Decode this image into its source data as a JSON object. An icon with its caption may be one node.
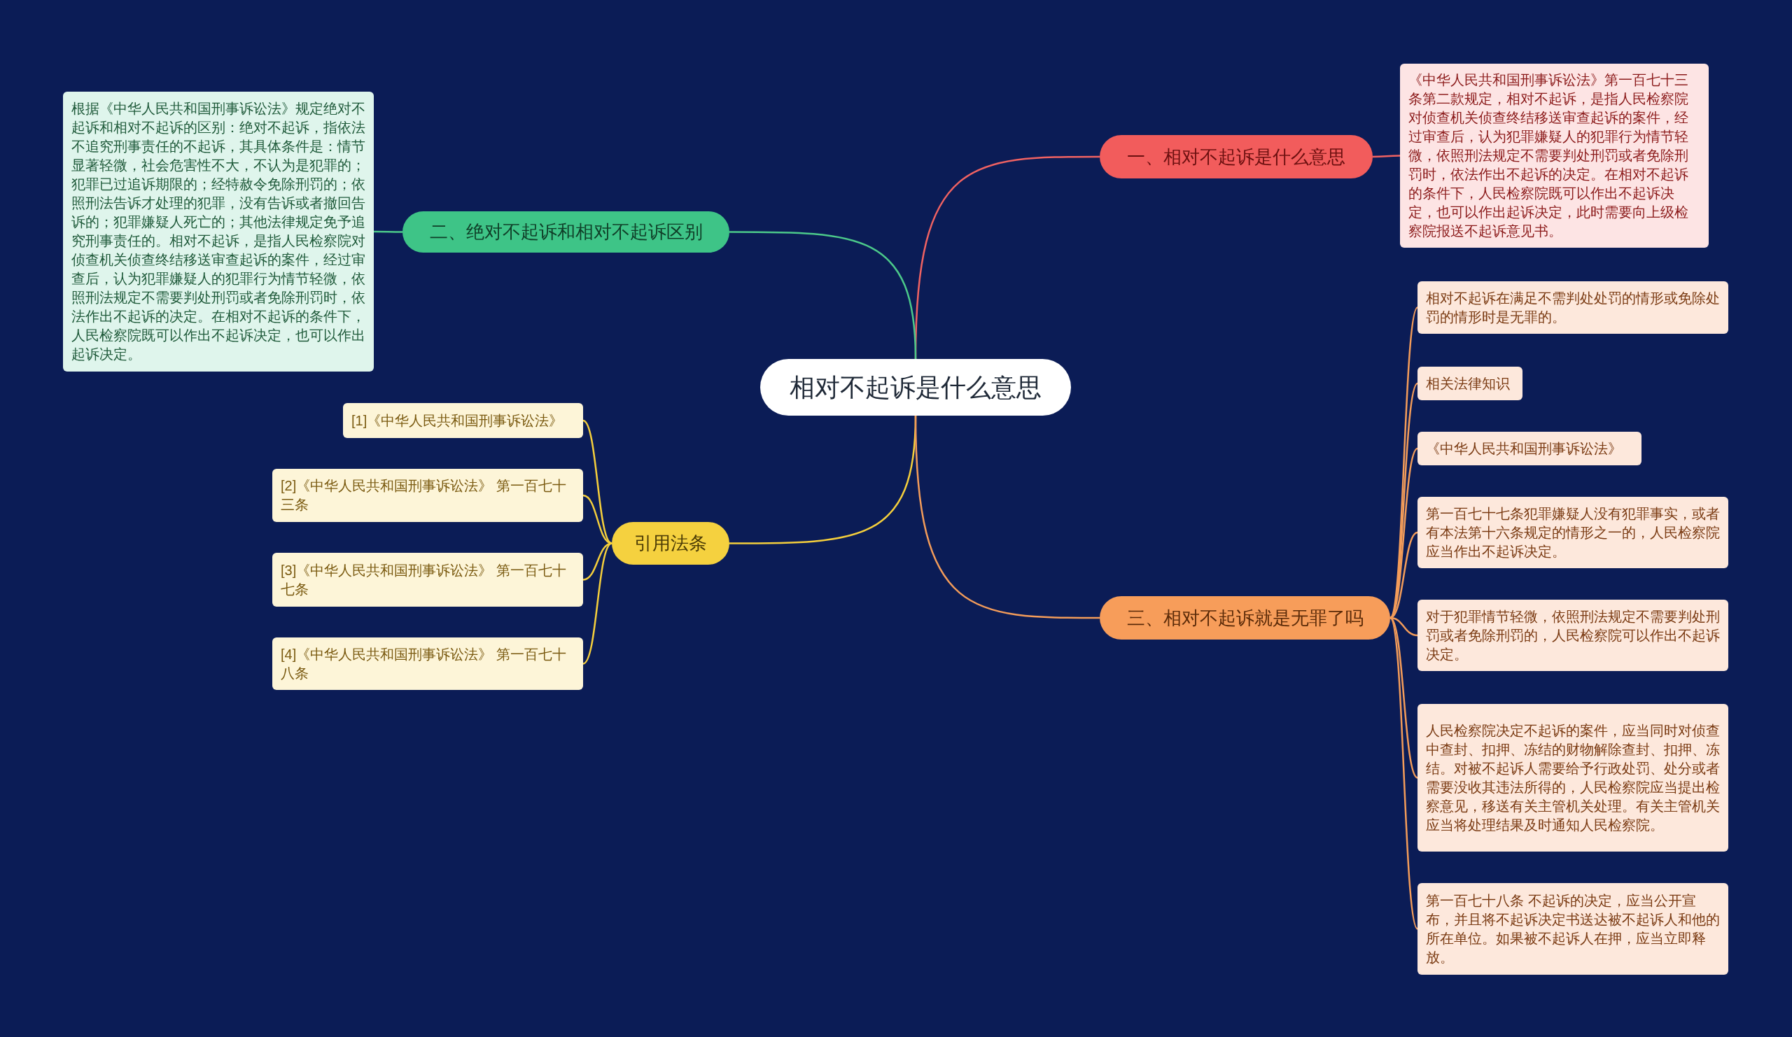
{
  "diagram": {
    "nodes": [
      {
        "text": [
          "相对不起诉是什么意思"
        ]
      },
      {
        "text": [
          "一、相对不起诉是什么意思"
        ]
      },
      {
        "text": [
          "《中华人民共和国刑事诉讼法》第一百七十三条第二款规定，相对不起诉，是指人民检察院对侦查机关侦查终结移送审查起诉的案件，经过审查后，认为犯罪嫌疑人的犯罪行为情节轻微，依照刑法规定不需要判处刑罚或者免除刑罚时，依法作出不起诉的决定。在相对不起诉的条件下，人民检察院既可以作出不起诉决定，也可以作出起诉决定，此时需要向上级检察院报送不起诉意见书。"
        ]
      },
      {
        "text": [
          "二、绝对不起诉和相对不起诉区别"
        ]
      },
      {
        "text": [
          "根据《中华人民共和国刑事诉讼法》规定绝对不起诉和相对不起诉的区别：绝对不起诉，指依法不追究刑事责任的不起诉，其具体条件是：情节显著轻微，社会危害性不大，不认为是犯罪的；犯罪已过追诉期限的；经特赦令免除刑罚的；依照刑法告诉才处理的犯罪，没有告诉或者撤回告诉的；犯罪嫌疑人死亡的；其他法律规定免予追究刑事责任的。相对不起诉，是指人民检察院对侦查机关侦查终结移送审查起诉的案件，经过审查后，认为犯罪嫌疑人的犯罪行为情节轻微，依照刑法规定不需要判处刑罚或者免除刑罚时，依法作出不起诉的决定。在相对不起诉的条件下，人民检察院既可以作出不起诉决定，也可以作出起诉决定。"
        ]
      },
      {
        "text": [
          "引用法条"
        ]
      },
      {
        "text": [
          "[1]《中华人民共和国刑事诉讼法》"
        ]
      },
      {
        "text": [
          "[2]《中华人民共和国刑事诉讼法》 第一百七十三条"
        ]
      },
      {
        "text": [
          "[3]《中华人民共和国刑事诉讼法》 第一百七十七条"
        ]
      },
      {
        "text": [
          "[4]《中华人民共和国刑事诉讼法》 第一百七十八条"
        ]
      },
      {
        "text": [
          "三、相对不起诉就是无罪了吗"
        ]
      },
      {
        "text": [
          "相对不起诉在满足不需判处处罚的情形或免除处罚的情形时是无罪的。"
        ]
      },
      {
        "text": [
          "相关法律知识"
        ]
      },
      {
        "text": [
          "《中华人民共和国刑事诉讼法》"
        ]
      },
      {
        "text": [
          "第一百七十七条犯罪嫌疑人没有犯罪事实，或者有本法第十六条规定的情形之一的，人民检察院应当作出不起诉决定。"
        ]
      },
      {
        "text": [
          "对于犯罪情节轻微，依照刑法规定不需要判处刑罚或者免除刑罚的，人民检察院可以作出不起诉决定。"
        ]
      },
      {
        "text": [
          "人民检察院决定不起诉的案件，应当同时对侦查中查封、扣押、冻结的财物解除查封、扣押、冻结。对被不起诉人需要给予行政处罚、处分或者需要没收其违法所得的，人民检察院应当提出检察意见，移送有关主管机关处理。有关主管机关应当将处理结果及时通知人民检察院。"
        ]
      },
      {
        "text": [
          "第一百七十八条 不起诉的决定，应当公开宣布，并且将不起诉决定书送达被不起诉人和他的所在单位。如果被不起诉人在押，应当立即释放。"
        ]
      }
    ],
    "edges": [
      {
        "from": 0,
        "to": 1,
        "arrow": "none",
        "color": "#f06262"
      },
      {
        "from": 1,
        "to": 2,
        "arrow": "none",
        "color": "#f06262"
      },
      {
        "from": 0,
        "to": 3,
        "arrow": "none",
        "color": "#4cc98a"
      },
      {
        "from": 3,
        "to": 4,
        "arrow": "none",
        "color": "#4cc98a"
      },
      {
        "from": 0,
        "to": 5,
        "arrow": "none",
        "color": "#f5cf3c"
      },
      {
        "from": 5,
        "to": 6,
        "arrow": "none",
        "color": "#f5cf3c"
      },
      {
        "from": 5,
        "to": 7,
        "arrow": "none",
        "color": "#f5cf3c"
      },
      {
        "from": 5,
        "to": 8,
        "arrow": "none",
        "color": "#f5cf3c"
      },
      {
        "from": 5,
        "to": 9,
        "arrow": "none",
        "color": "#f5cf3c"
      },
      {
        "from": 0,
        "to": 10,
        "arrow": "none"
      },
      {
        "from": 10,
        "to": 11,
        "arrow": "none"
      },
      {
        "from": 10,
        "to": 12,
        "arrow": "none"
      },
      {
        "from": 10,
        "to": 13,
        "arrow": "none"
      },
      {
        "from": 10,
        "to": 14,
        "arrow": "none"
      },
      {
        "from": 10,
        "to": 15,
        "arrow": "none"
      },
      {
        "from": 10,
        "to": 16,
        "arrow": "none"
      },
      {
        "from": 10,
        "to": 17,
        "arrow": "none"
      }
    ]
  }
}
